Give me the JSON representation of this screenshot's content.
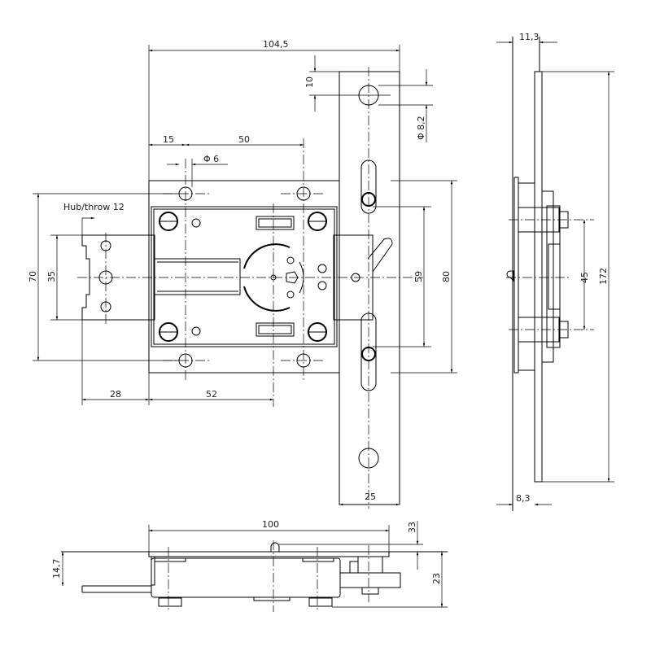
{
  "drawing": {
    "note": "Hub/throw 12",
    "front_view": {
      "overall_width": "104,5",
      "hole_offset": "15",
      "hole_spacing": "50",
      "hole_diameter": "Φ 6",
      "top_hole_offset": "10",
      "faceplate_hole_diameter": "Φ 8,2",
      "outer_height": "70",
      "bolt_height": "35",
      "case_height": "59",
      "plate_height": "80",
      "backset_bolt": "28",
      "backset": "52",
      "faceplate_width": "25"
    },
    "side_view": {
      "depth_top": "11,3",
      "depth_bottom": "8,3",
      "screw_spacing": "45",
      "faceplate_length": "172"
    },
    "bottom_view": {
      "length": "100",
      "offset": "33",
      "bolt_thickness": "14,7",
      "total_depth": "23"
    },
    "colors": {
      "line": "#000000",
      "background": "#ffffff"
    }
  }
}
